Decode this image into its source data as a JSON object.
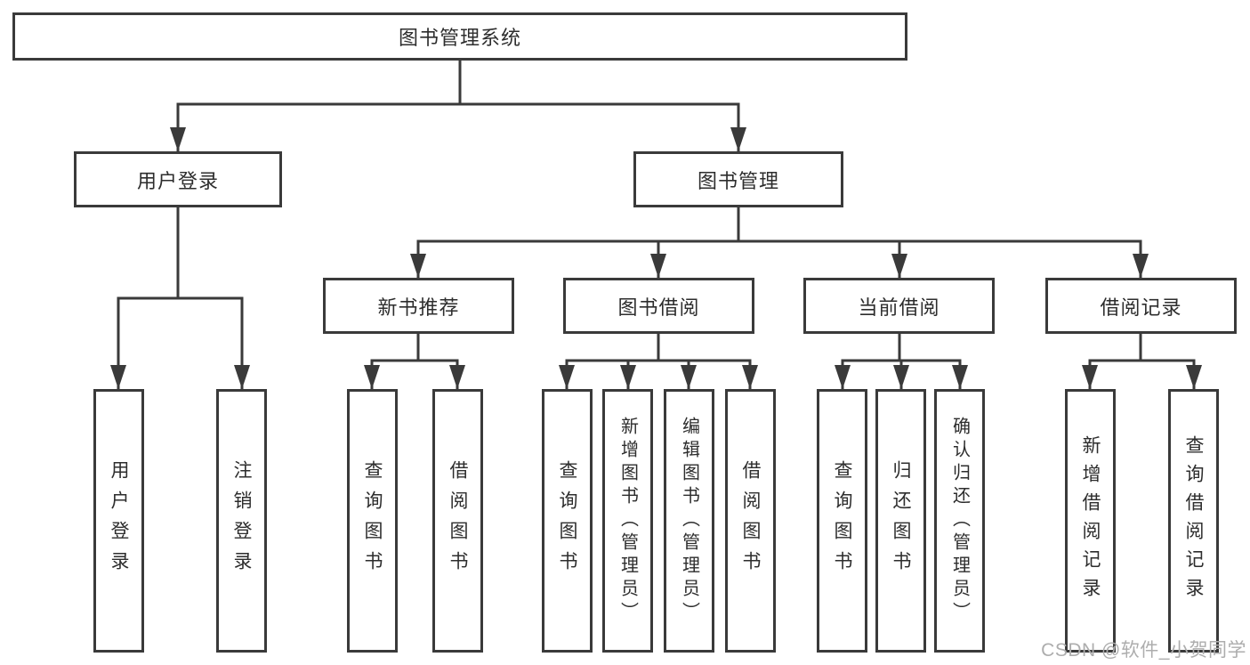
{
  "diagram": {
    "root": "图书管理系统",
    "branches": [
      {
        "label": "用户登录",
        "leaves": [
          "用户登录",
          "注销登录"
        ]
      },
      {
        "label": "图书管理",
        "sections": [
          {
            "label": "新书推荐",
            "leaves": [
              "查询图书",
              "借阅图书"
            ]
          },
          {
            "label": "图书借阅",
            "leaves": [
              "查询图书",
              "新增图书（管理员）",
              "编辑图书（管理员）",
              "借阅图书"
            ]
          },
          {
            "label": "当前借阅",
            "leaves": [
              "查询图书",
              "归还图书",
              "确认归还（管理员）"
            ]
          },
          {
            "label": "借阅记录",
            "leaves": [
              "新增借阅记录",
              "查询借阅记录"
            ]
          }
        ]
      }
    ]
  },
  "watermark": "CSDN @软件_小贺同学",
  "colors": {
    "line": "#3a3a3a",
    "border": "#3a3a3a",
    "text": "#2d2d2d",
    "box_background": "#ffffff",
    "watermark": "#adadad",
    "page_background": "#ffffff"
  }
}
